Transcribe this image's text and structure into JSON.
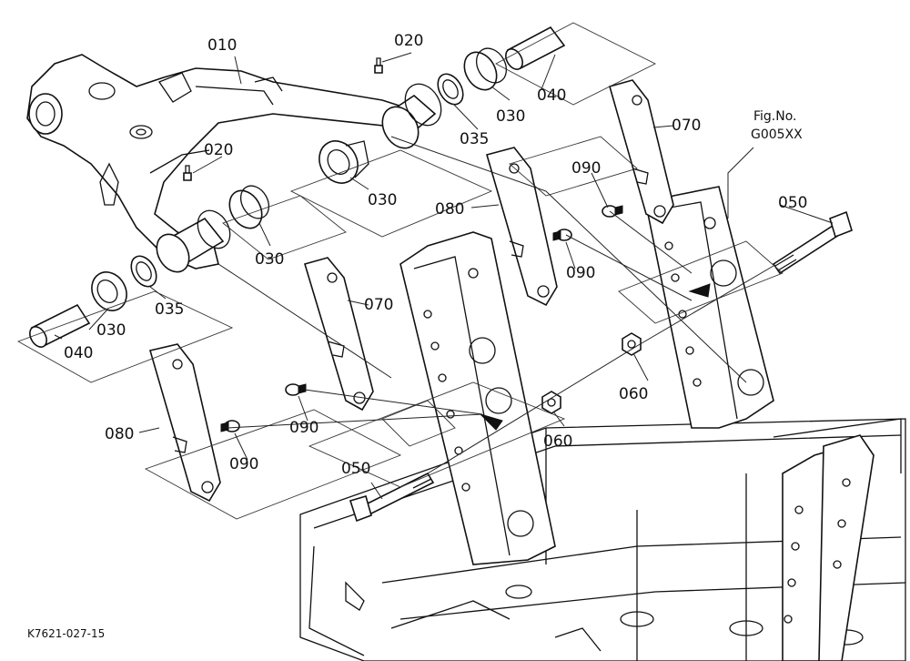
{
  "figure": {
    "fig_label_line1": "Fig.No.",
    "fig_label_line2": "G005XX",
    "drawing_code": "K7621-027-15"
  },
  "callouts": {
    "c010": "010",
    "c020_top": "020",
    "c020_mid": "020",
    "c030_a": "030",
    "c030_b": "030",
    "c030_c": "030",
    "c030_d": "030",
    "c035_top": "035",
    "c035_low": "035",
    "c040_top": "040",
    "c040_low": "040",
    "c050_right": "050",
    "c050_left": "050",
    "c060_right": "060",
    "c060_mid": "060",
    "c070_right": "070",
    "c070_mid": "070",
    "c080_right": "080",
    "c080_left": "080",
    "c090_a": "090",
    "c090_b": "090",
    "c090_c": "090",
    "c090_d": "090"
  }
}
